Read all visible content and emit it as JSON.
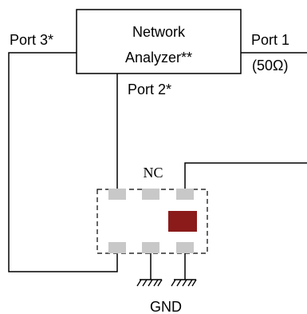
{
  "analyzer": {
    "line1": "Network",
    "line2": "Analyzer**"
  },
  "ports": {
    "port1": "Port 1",
    "port1_impedance": "(50Ω)",
    "port2": "Port 2*",
    "port3": "Port 3*"
  },
  "device": {
    "nc_label": "NC",
    "marker_color": "#8b1a1a",
    "pad_color": "#c8c8c8"
  },
  "ground": {
    "label": "GND"
  }
}
